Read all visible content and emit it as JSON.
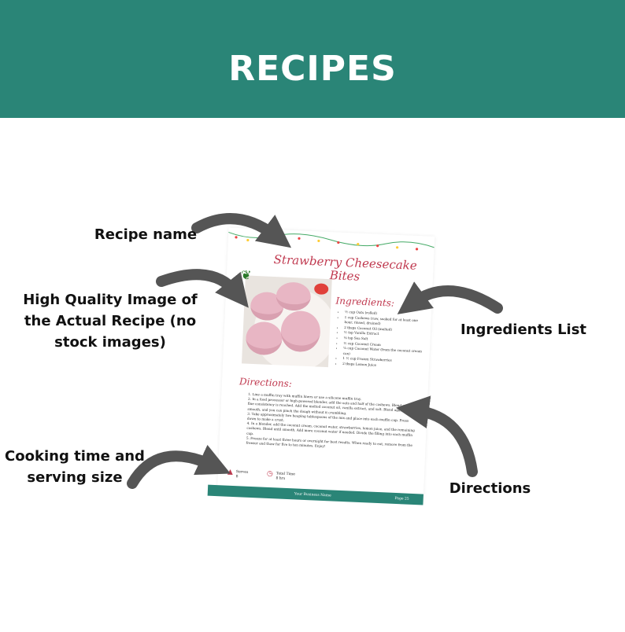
{
  "header": {
    "title": "RECIPES"
  },
  "labels": {
    "recipe_name": "Recipe name",
    "image": "High Quality Image of the Actual Recipe (no stock images)",
    "ingredients": "Ingredients List",
    "cooking": "Cooking time and serving size",
    "directions": "Directions"
  },
  "recipe": {
    "title": "Strawberry Cheesecake Bites",
    "ingredients_heading": "Ingredients:",
    "ingredients": [
      "½ cup Oats (rolled)",
      "1 cup Cashews (raw, soaked for at least one hour, rinsed, drained)",
      "2 tbsps Coconut Oil (melted)",
      "½ tsp Vanilla Extract",
      "⅛ tsp Sea Salt",
      "½ cup Coconut Cream",
      "¼ cup Coconut Water (from the coconut cream can)",
      "1 ½ cup Frozen Strawberries",
      "2 tbsps Lemon Juice"
    ],
    "directions_heading": "Directions:",
    "directions": [
      "1. Line a muffin tray with muffin liners or use a silicone muffin tray.",
      "2. In a food processor or high-powered blender, add the oats and half of the cashews. Blend until a fine consistency is reached. Add the melted coconut oil, vanilla extract, and salt. Blend again until smooth, and you can pinch the dough without it crumbling.",
      "3. Take approximately two heaping tablespoons of the mix and place into each muffin cup. Press down to make a crust.",
      "4. In a blender, add the coconut cream, coconut water, strawberries, lemon juice, and the remaining cashews. Blend until smooth. Add more coconut water if needed. Divide the filling into each muffin cup.",
      "5. Freeze for at least three hours or overnight for best results. When ready to eat, remove from the freezer and thaw for five to ten minutes. Enjoy!"
    ],
    "serves_label": "Serves",
    "serves": "8",
    "time_label": "Total Time",
    "time": "8 hrs",
    "business": "Your Business Name",
    "page": "Page 25"
  },
  "colors": {
    "teal": "#2a8577",
    "accent": "#c0394f",
    "arrow": "#555555"
  }
}
